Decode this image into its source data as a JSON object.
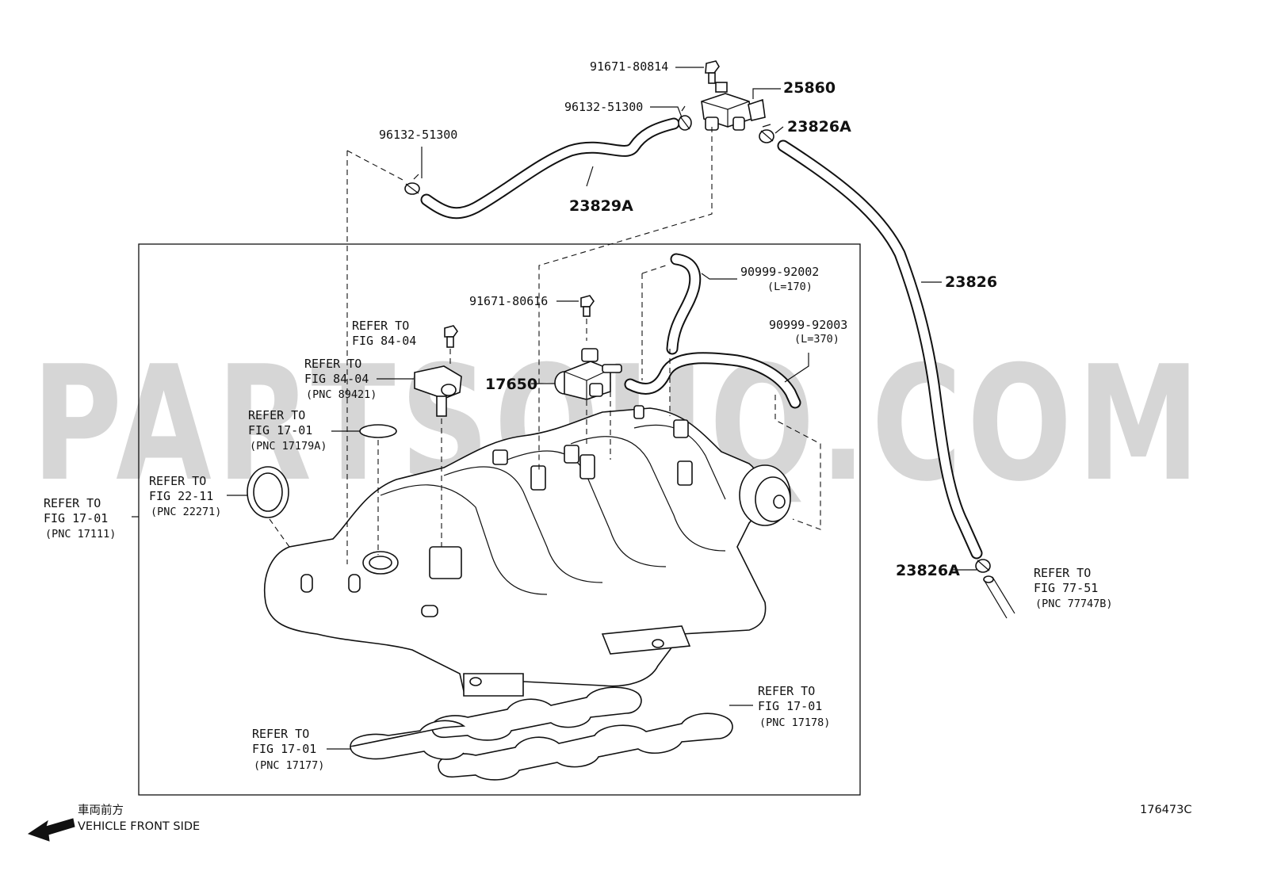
{
  "watermark": "PARTSOUQ.COM",
  "figure_number": "176473C",
  "orientation": {
    "japanese_label": "車両前方",
    "label": "VEHICLE FRONT SIDE",
    "icon": "arrow-left-icon"
  },
  "part_labels": {
    "p91671_80814": "91671-80814",
    "p25860": "25860",
    "p96132_51300_top": "96132-51300",
    "p23826A_top": "23826A",
    "p96132_51300_left": "96132-51300",
    "p23829A": "23829A",
    "p23826": "23826",
    "p90999_92002": "90999-92002",
    "p90999_92002_len": "(L=170)",
    "p91671_80616": "91671-80616",
    "p90999_92003": "90999-92003",
    "p90999_92003_len": "(L=370)",
    "p17650": "17650",
    "p23826A_bottom": "23826A"
  },
  "references": {
    "ref_84_04_bolt": {
      "line1": "REFER TO",
      "line2": "FIG 84-04"
    },
    "ref_84_04_sensor": {
      "line1": "REFER TO",
      "line2": "FIG 84-04",
      "pnc": "(PNC 89421)"
    },
    "ref_17_01_oring": {
      "line1": "REFER TO",
      "line2": "FIG 17-01",
      "pnc": "(PNC 17179A)"
    },
    "ref_22_11": {
      "line1": "REFER TO",
      "line2": "FIG 22-11",
      "pnc": "(PNC 22271)"
    },
    "ref_17_01_manifold": {
      "line1": "REFER TO",
      "line2": "FIG 17-01",
      "pnc": "(PNC 17111)"
    },
    "ref_77_51": {
      "line1": "REFER TO",
      "line2": "FIG 77-51",
      "pnc": "(PNC 77747B)"
    },
    "ref_17_01_gasket_right": {
      "line1": "REFER TO",
      "line2": "FIG 17-01",
      "pnc": "(PNC 17178)"
    },
    "ref_17_01_gasket_left": {
      "line1": "REFER TO",
      "line2": "FIG 17-01",
      "pnc": "(PNC 17177)"
    }
  }
}
